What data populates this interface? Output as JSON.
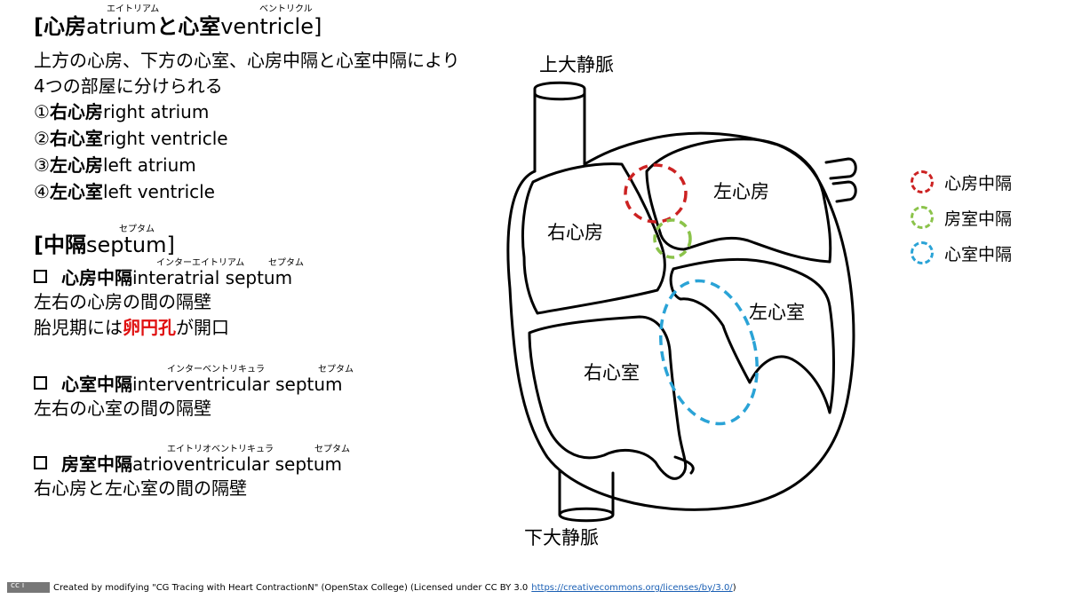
{
  "title": {
    "bold1": "[心房",
    "en1": "atrium",
    "mid": "と",
    "bold2": "心室",
    "en2": "ventricle]",
    "ruby1": "エイトリアム",
    "ruby2": "ベントリクル"
  },
  "intro": [
    "上方の心房、下方の心室、心房中隔と心室中隔により",
    "4つの部屋に分けられる"
  ],
  "chambers": [
    {
      "num": "①",
      "jp": "右心房",
      "en": "right atrium"
    },
    {
      "num": "②",
      "jp": "右心室",
      "en": "right ventricle"
    },
    {
      "num": "③",
      "jp": "左心房",
      "en": "left atrium"
    },
    {
      "num": "④",
      "jp": "左心室",
      "en": "left ventricle"
    }
  ],
  "septum_heading": {
    "jp": "[中隔",
    "en": "septum]",
    "ruby": "セプタム"
  },
  "septa": [
    {
      "jp": "心房中隔",
      "en": "interatrial septum",
      "ruby1": "インターエイトリアム",
      "ruby2": "セプタム",
      "desc": [
        "左右の心房の間の隔壁"
      ],
      "note_pre": "胎児期には",
      "note_red": "卵円孔",
      "note_post": "が開口"
    },
    {
      "jp": "心室中隔",
      "en": "interventricular septum",
      "ruby1": "インターベントリキュラ",
      "ruby2": "セプタム",
      "desc": [
        "左右の心室の間の隔壁"
      ]
    },
    {
      "jp": "房室中隔",
      "en": "atrioventricular septum",
      "ruby1": "エイトリオベントリキュラ",
      "ruby2": "セプタム",
      "desc": [
        "右心房と左心室の間の隔壁"
      ]
    }
  ],
  "diagram": {
    "svc": "上大静脈",
    "ivc": "下大静脈",
    "ra": "右心房",
    "la": "左心房",
    "rv": "右心室",
    "lv": "左心室"
  },
  "legend": [
    {
      "label": "心房中隔",
      "color": "#cc2222"
    },
    {
      "label": "房室中隔",
      "color": "#8bc34a"
    },
    {
      "label": "心室中隔",
      "color": "#2aa3d6"
    }
  ],
  "footer": {
    "text": "Created by modifying \"CG Tracing with Heart ContractionN\" (OpenStax College) (Licensed under CC BY 3.0",
    "link": "https://creativecommons.org/licenses/by/3.0/",
    "close": ")"
  }
}
